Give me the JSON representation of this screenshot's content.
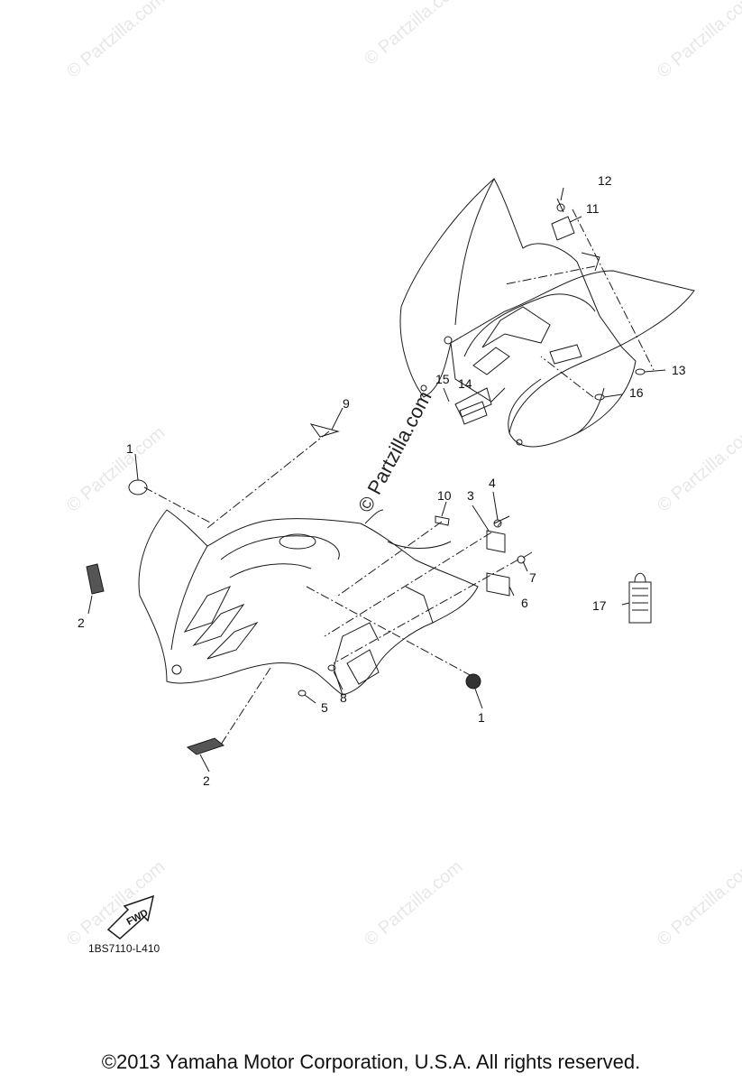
{
  "diagram": {
    "callouts": [
      "1",
      "2",
      "3",
      "4",
      "5",
      "6",
      "7",
      "8",
      "9",
      "10",
      "11",
      "12",
      "13",
      "14",
      "15",
      "16",
      "17"
    ],
    "fwd_label": "FWD",
    "diagram_code": "1BS7110-L410"
  },
  "watermark": {
    "text": "© Partzilla.com"
  },
  "footer": {
    "copyright": "©2013  Yamaha Motor Corporation, U.S.A. All rights reserved."
  },
  "colors": {
    "line": "#1a1a1a",
    "watermark": "#bdbdbd",
    "background": "#ffffff"
  }
}
